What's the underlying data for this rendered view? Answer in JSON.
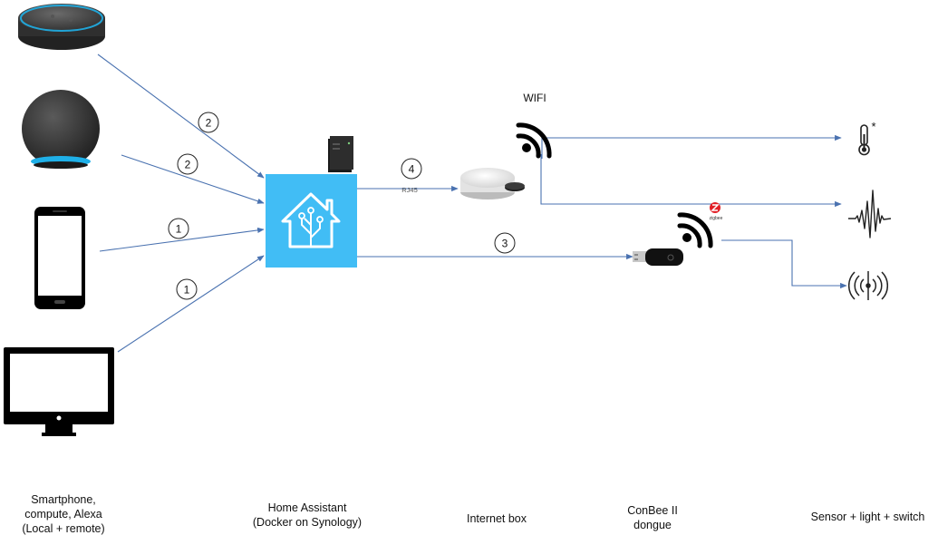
{
  "labels": {
    "wifi": "WIFI",
    "rj45": "RJ45",
    "zigbee": "zigbee",
    "thermo_star": "*"
  },
  "steps": {
    "echo_dot": "2",
    "echo_sphere": "2",
    "smartphone": "1",
    "computer": "1",
    "ha_to_box": "4",
    "ha_to_dongle": "3"
  },
  "captions": {
    "clients": [
      "Smartphone,",
      "compute, Alexa",
      "(Local + remote)"
    ],
    "home_assistant": [
      "Home Assistant",
      "(Docker on Synology)"
    ],
    "internet_box": [
      "Internet box"
    ],
    "conbee": [
      "ConBee II",
      "dongue"
    ],
    "devices": [
      "Sensor + light + switch"
    ]
  },
  "colors": {
    "arrow": "#4a72b0",
    "ha_blue": "#41bdf5",
    "zigbee_red": "#e21f26",
    "speaker_dark": "#3a3a3a",
    "echo_ring": "#1fb0e8"
  },
  "icons": {
    "echo_dot": "echo-dot-speaker-icon",
    "echo_sphere": "echo-sphere-speaker-icon",
    "smartphone": "smartphone-icon",
    "computer": "desktop-monitor-icon",
    "nas": "synology-nas-icon",
    "home_assistant": "home-assistant-logo-icon",
    "internet_box": "internet-box-router-icon",
    "wifi": "wifi-signal-icon",
    "zigbee_signal": "zigbee-signal-icon",
    "dongle": "usb-dongle-icon",
    "thermometer": "thermometer-icon",
    "vibration": "vibration-sensor-icon",
    "switch": "wireless-switch-icon"
  }
}
